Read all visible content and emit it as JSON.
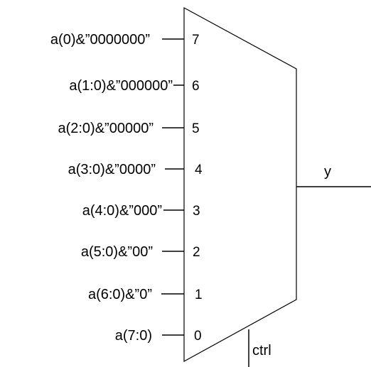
{
  "mux": {
    "inputs": [
      {
        "port": "7",
        "signal": "a(0)&”0000000”"
      },
      {
        "port": "6",
        "signal": "a(1:0)&”000000”"
      },
      {
        "port": "5",
        "signal": "a(2:0)&”00000”"
      },
      {
        "port": "4",
        "signal": "a(3:0)&”0000”"
      },
      {
        "port": "3",
        "signal": "a(4:0)&”000”"
      },
      {
        "port": "2",
        "signal": "a(5:0)&”00”"
      },
      {
        "port": "1",
        "signal": "a(6:0)&”0”"
      },
      {
        "port": "0",
        "signal": "a(7:0)"
      }
    ],
    "output_label": "y",
    "select_label": "ctrl"
  }
}
